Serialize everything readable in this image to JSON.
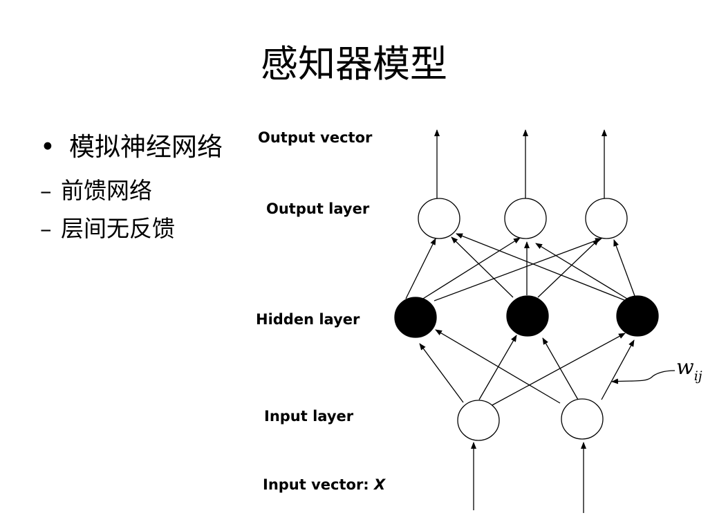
{
  "title": "感知器模型",
  "bullets": {
    "main": "模拟神经网络",
    "main_marker": "•",
    "sub_marker": "–",
    "sub": [
      "前馈网络",
      "层间无反馈"
    ]
  },
  "diagram": {
    "labels": {
      "output_vector": "Output vector",
      "output_layer": "Output layer",
      "hidden_layer": "Hidden layer",
      "input_layer": "Input layer",
      "input_vector_prefix": "Input vector: ",
      "input_vector_symbol": "X"
    },
    "weight_symbol": "w",
    "weight_subscript": "ij",
    "counts": {
      "output_neurons": 3,
      "hidden_neurons": 3,
      "input_neurons": 2
    },
    "colors": {
      "hidden_fill": "#000000",
      "node_fill": "#ffffff",
      "stroke": "#000000"
    }
  }
}
